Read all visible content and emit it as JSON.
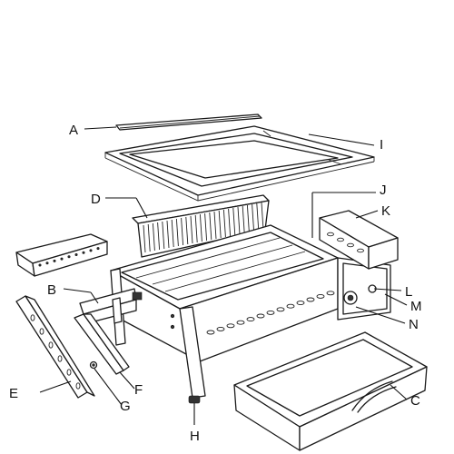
{
  "labels": {
    "A": "A",
    "B": "B",
    "C": "C",
    "D": "D",
    "E": "E",
    "F": "F",
    "G": "G",
    "H": "H",
    "I": "I",
    "J": "J",
    "K": "K",
    "L": "L",
    "M": "M",
    "N": "N"
  }
}
